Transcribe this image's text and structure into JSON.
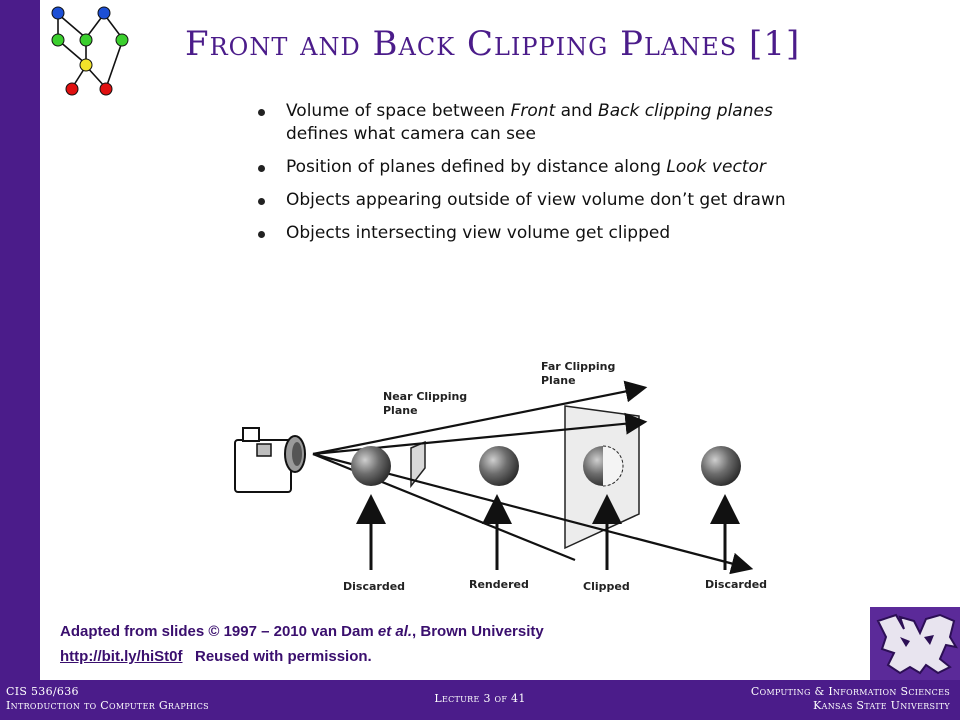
{
  "slide": {
    "title": "Front and Back Clipping Planes [1]",
    "bullets": [
      {
        "before": "Volume of space between ",
        "i1": "Front",
        "mid": " and ",
        "i2": "Back clipping planes",
        "after": " defines what camera can see"
      },
      {
        "before": "Position of planes defined by distance along ",
        "i1": "Look vector",
        "mid": "",
        "i2": "",
        "after": ""
      },
      {
        "before": "Objects appearing outside of view volume don’t get drawn",
        "i1": "",
        "mid": "",
        "i2": "",
        "after": ""
      },
      {
        "before": "Objects intersecting view volume get clipped",
        "i1": "",
        "mid": "",
        "i2": "",
        "after": ""
      }
    ]
  },
  "diagram": {
    "near_label_1": "Near Clipping",
    "near_label_2": "Plane",
    "far_label_1": "Far Clipping",
    "far_label_2": "Plane",
    "captions": [
      "Discarded",
      "Rendered",
      "Clipped",
      "Discarded"
    ]
  },
  "credit": {
    "line1_a": "Adapted from slides © 1997 – 2010 van Dam ",
    "line1_i": "et al.",
    "line1_b": ", Brown University",
    "link": "http://bit.ly/hiSt0f",
    "line2_b": "Reused with permission."
  },
  "footer": {
    "course": "CIS 536/636",
    "course_name": "Introduction to Computer Graphics",
    "lecture": "Lecture 3 of 41",
    "dept": "Computing & Information Sciences",
    "university": "Kansas State University"
  },
  "colors": {
    "brand_purple": "#4b1c8a",
    "node_blue": "#1c4fd6",
    "node_green": "#3bcf2e",
    "node_yellow": "#f2e22a",
    "node_red": "#e01010"
  }
}
